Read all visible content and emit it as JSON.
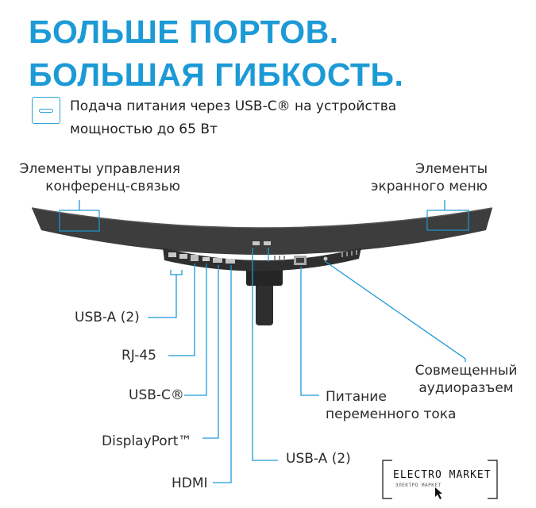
{
  "headline": {
    "line1": "БОЛЬШЕ ПОРТОВ.",
    "line2": "БОЛЬШАЯ ГИБКОСТЬ."
  },
  "feature": {
    "icon": "usb-c-port-icon",
    "line1": "Подача питания через USB-C® на устройства",
    "line2": "мощностью до 65 Вт"
  },
  "callouts": {
    "conference_line1": "Элементы управления",
    "conference_line2": "конференц-связью",
    "osd_line1": "Элементы",
    "osd_line2": "экранного меню",
    "usb_a_left": "USB-A (2)",
    "rj45": "RJ-45",
    "usb_c": "USB-C®",
    "displayport": "DisplayPort™",
    "hdmi": "HDMI",
    "ac_power_line1": "Питание",
    "ac_power_line2": "переменного тока",
    "usb_a_bottom": "USB-A (2)",
    "audio_line1": "Совмещенный",
    "audio_line2": "аудиоразъем"
  },
  "watermark": {
    "name": "ELECTRO MARKET",
    "tagline": "ЭЛЕКТРО МАРКЕТ"
  },
  "colors": {
    "headline": "#1c9ad6",
    "callout_lines": "#1c9ad6",
    "monitor": "#3a3a3a"
  }
}
